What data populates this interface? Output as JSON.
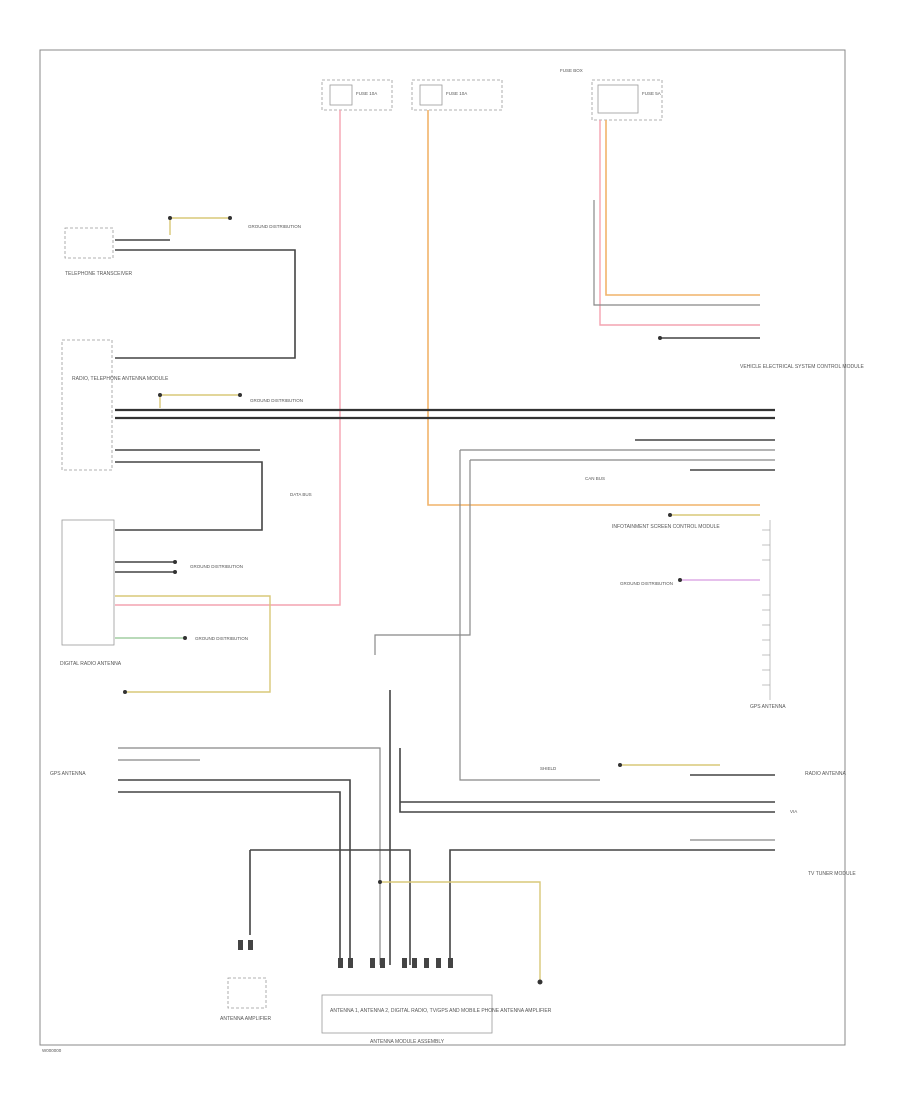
{
  "diagram": {
    "footer_code": "W000000",
    "modules": {
      "telephone_transceiver": "TELEPHONE TRANSCEIVER",
      "telephone_antenna_module": "RADIO, TELEPHONE ANTENNA MODULE",
      "digital_radio_antenna": "DIGITAL RADIO ANTENNA",
      "gps_antenna": "GPS ANTENNA",
      "tv_tuner": "TV TUNER MODULE",
      "screen_control": "INFOTAINMENT SCREEN CONTROL MODULE",
      "vehicle_electrical_system": "VEHICLE ELECTRICAL SYSTEM CONTROL MODULE",
      "antenna_amplifier": "ANTENNA AMPLIFIER",
      "radio_antenna": "RADIO ANTENNA",
      "antenna_module_assembly": "ANTENNA MODULE ASSEMBLY",
      "antenna_amplifier_note": "ANTENNA 1, ANTENNA 2, DIGITAL RADIO, TV/GPS AND MOBILE PHONE ANTENNA AMPLIFIER"
    },
    "fuses": {
      "f1": "FUSE 10A",
      "f2": "FUSE 10A",
      "f3": "FUSE 5A",
      "box_label": "FUSE BOX"
    },
    "grounds": {
      "g1": "GROUND DISTRIBUTION",
      "g2": "GROUND DISTRIBUTION",
      "g3": "GROUND DISTRIBUTION",
      "g4": "GROUND DISTRIBUTION",
      "g5": "GROUND DISTRIBUTION"
    },
    "side_labels": {
      "data_bus": "DATA BUS",
      "can_bus": "CAN BUS",
      "shield": "SHIELD",
      "via": "VIA"
    }
  }
}
